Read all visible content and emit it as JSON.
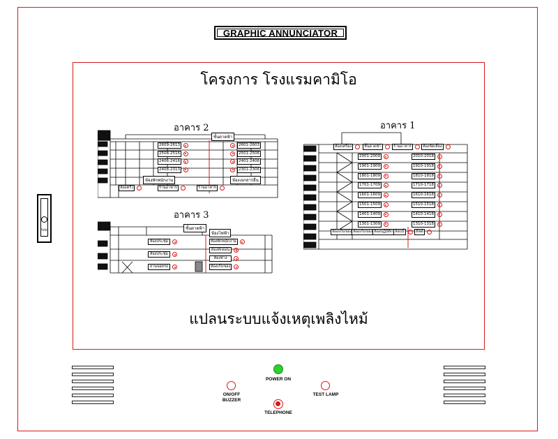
{
  "panel": {
    "title": "GRAPHIC ANNUNCIATOR",
    "project_name": "โครงการ โรงแรมคามิโอ",
    "plan_caption": "แปลนระบบแจ้งเหตุเพลิงไหม้",
    "key_switch_label": "PUSH"
  },
  "colors": {
    "frame": "#d81818",
    "led_off": "#d81818",
    "power_led": "#2ed12e"
  },
  "buildings": {
    "b2": {
      "label": "อาคาร 2",
      "roof_tag": "ชั้นดาดฟ้า",
      "left_rooms": [
        "2609-2613",
        "2508-2516",
        "2406-2416",
        "2408-2313"
      ],
      "right_rooms": [
        "2601-2603",
        "2501-2506",
        "2401-2406",
        "2301-2306"
      ],
      "ground_left": "ห้องพักพนักงาน",
      "ground_right": "ห้องเอกสารอื่น",
      "bottom_labels": [
        "ห้องครัว",
        "ร้านอาหาร",
        "ร้านอาหาร"
      ]
    },
    "b1": {
      "label": "อาคาร 1",
      "top_tags": [
        "ห้องเครื่อง",
        "ชั้นดาดฟ้า",
        "ร้านอาหาร",
        "ห้องจัดเลี้ยง"
      ],
      "left_rooms": [
        "2001-2009",
        "1901-1909",
        "1801-1809",
        "1701-1709",
        "1601-1609",
        "1501-1509",
        "1401-1409",
        "1301-1309"
      ],
      "right_rooms": [
        "2010-2018",
        "1910-1918",
        "1810-1818",
        "1710-1718",
        "1610-1618",
        "1510-1518",
        "1410-1418",
        "1310-1318"
      ],
      "bottom_labels": [
        "ห้องเก็บของ",
        "ห้องเก็บของ",
        "ห้องปฏิบัติการ",
        "ล็อบบี้",
        "ลิฟต์"
      ]
    },
    "b3": {
      "label": "อาคาร 3",
      "roof_tag": "ชั้นดาดฟ้า",
      "left_rooms": [
        "ห้องประชุม",
        "ห้องประชุม",
        "ลานจอดรถ"
      ],
      "right_rooms": [
        "ห้องพักพนักงาน",
        "ห้องพักผ่อน",
        "ห้องช่าง",
        "ห้องเก็บของ"
      ],
      "extra_tag": "ห้องไฟฟ้า"
    }
  },
  "controls": {
    "power_label": "POWER ON",
    "buzzer_label_1": "ON/OFF",
    "buzzer_label_2": "BUZZER",
    "test_label": "TEST LAMP",
    "telephone_label": "TELEPHONE"
  }
}
